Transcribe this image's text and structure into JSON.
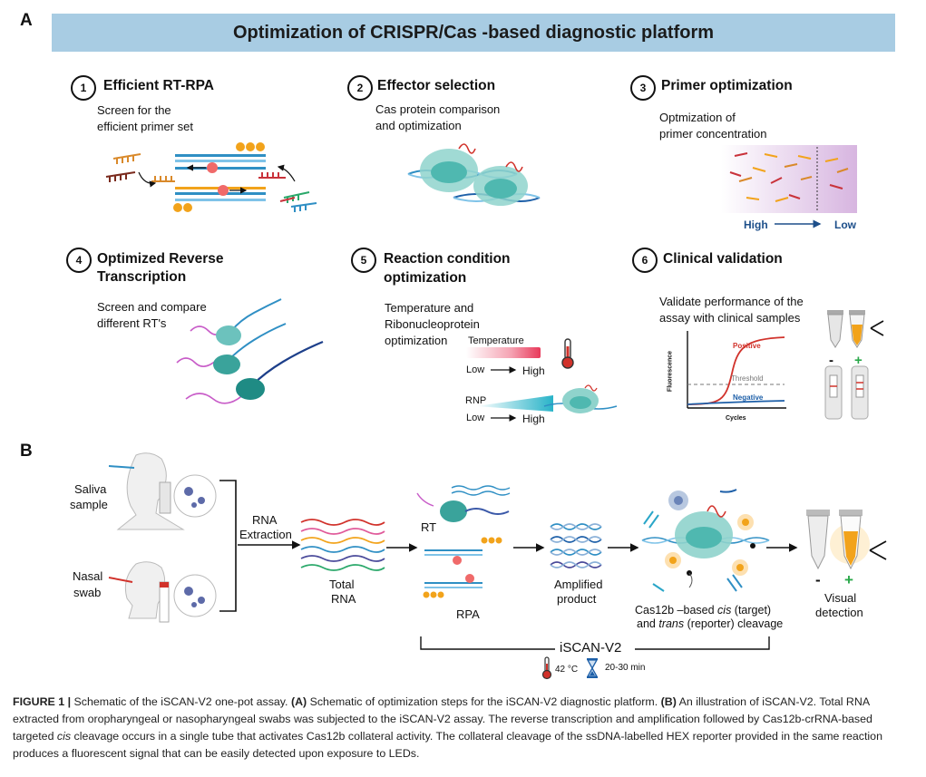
{
  "panel_a": {
    "letter": "A",
    "banner_title": "Optimization of CRISPR/Cas -based diagnostic platform",
    "steps": [
      {
        "num": "1",
        "title": "Efficient RT-RPA",
        "desc1": "Screen for the",
        "desc2": "efficient primer set"
      },
      {
        "num": "2",
        "title": "Effector selection",
        "desc1": "Cas protein comparison",
        "desc2": "and optimization"
      },
      {
        "num": "3",
        "title": "Primer optimization",
        "desc1": "Optmization of",
        "desc2": "primer concentration"
      },
      {
        "num": "4",
        "title1": "Optimized Reverse",
        "title2": "Transcription",
        "desc1": "Screen and compare",
        "desc2": "different RT's"
      },
      {
        "num": "5",
        "title1": "Reaction condition",
        "title2": "optimization",
        "desc1": "Temperature and",
        "desc2": "Ribonucleoprotein",
        "desc3": "optimization"
      },
      {
        "num": "6",
        "title": "Clinical validation",
        "desc1": "Validate performance of the",
        "desc2": "assay with clinical samples"
      }
    ],
    "primer_high": "High",
    "primer_low": "Low",
    "temperature_label": "Temperature",
    "rnp_label": "RNP",
    "low": "Low",
    "high": "High",
    "graph": {
      "positive": "Positive",
      "threshold": "Threshold",
      "negative": "Negative",
      "ylabel": "Fluorescence",
      "xlabel": "Cycles"
    },
    "minus": "-",
    "plus": "+"
  },
  "panel_b": {
    "letter": "B",
    "saliva1": "Saliva",
    "saliva2": "sample",
    "nasal1": "Nasal",
    "nasal2": "swab",
    "rna1": "RNA",
    "rna2": "Extraction",
    "total1": "Total",
    "total2": "RNA",
    "rt": "RT",
    "rpa": "RPA",
    "amp1": "Amplified",
    "amp2": "product",
    "cas_a": "Cas12b –based ",
    "cas_b": "cis",
    "cas_c": " (target)",
    "cas_d": "and ",
    "cas_e": "trans",
    "cas_f": " (reporter) cleavage",
    "visual1": "Visual",
    "visual2": "detection",
    "minus": "-",
    "plus": "+",
    "iscan": "iSCAN-V2",
    "temp": "42 °C",
    "time": "20-30 min"
  },
  "caption": {
    "fig": "FIGURE 1 |",
    "t1": " Schematic of the iSCAN-V2 one-pot assay. ",
    "a": "(A)",
    "t2": " Schematic of optimization steps for the iSCAN-V2 diagnostic platform. ",
    "b": "(B)",
    "t3": " An illustration of iSCAN-V2. Total RNA extracted from oropharyngeal or nasopharyngeal swabs was subjected to the iSCAN-V2 assay. The reverse transcription and amplification followed by Cas12b-crRNA-based targeted ",
    "cis": "cis",
    "t4": " cleavage occurs in a single tube that activates Cas12b collateral activity. The collateral cleavage of the ssDNA-labelled HEX reporter provided in the same reaction produces a fluorescent signal that can be easily detected upon exposure to LEDs."
  },
  "colors": {
    "banner": "#a8cce3",
    "dna_blue": "#2f8fc4",
    "cas_teal": "#4fb8b0",
    "positive_red": "#d1322b",
    "negative_blue": "#1d5fa8",
    "orange": "#f2a31b"
  }
}
